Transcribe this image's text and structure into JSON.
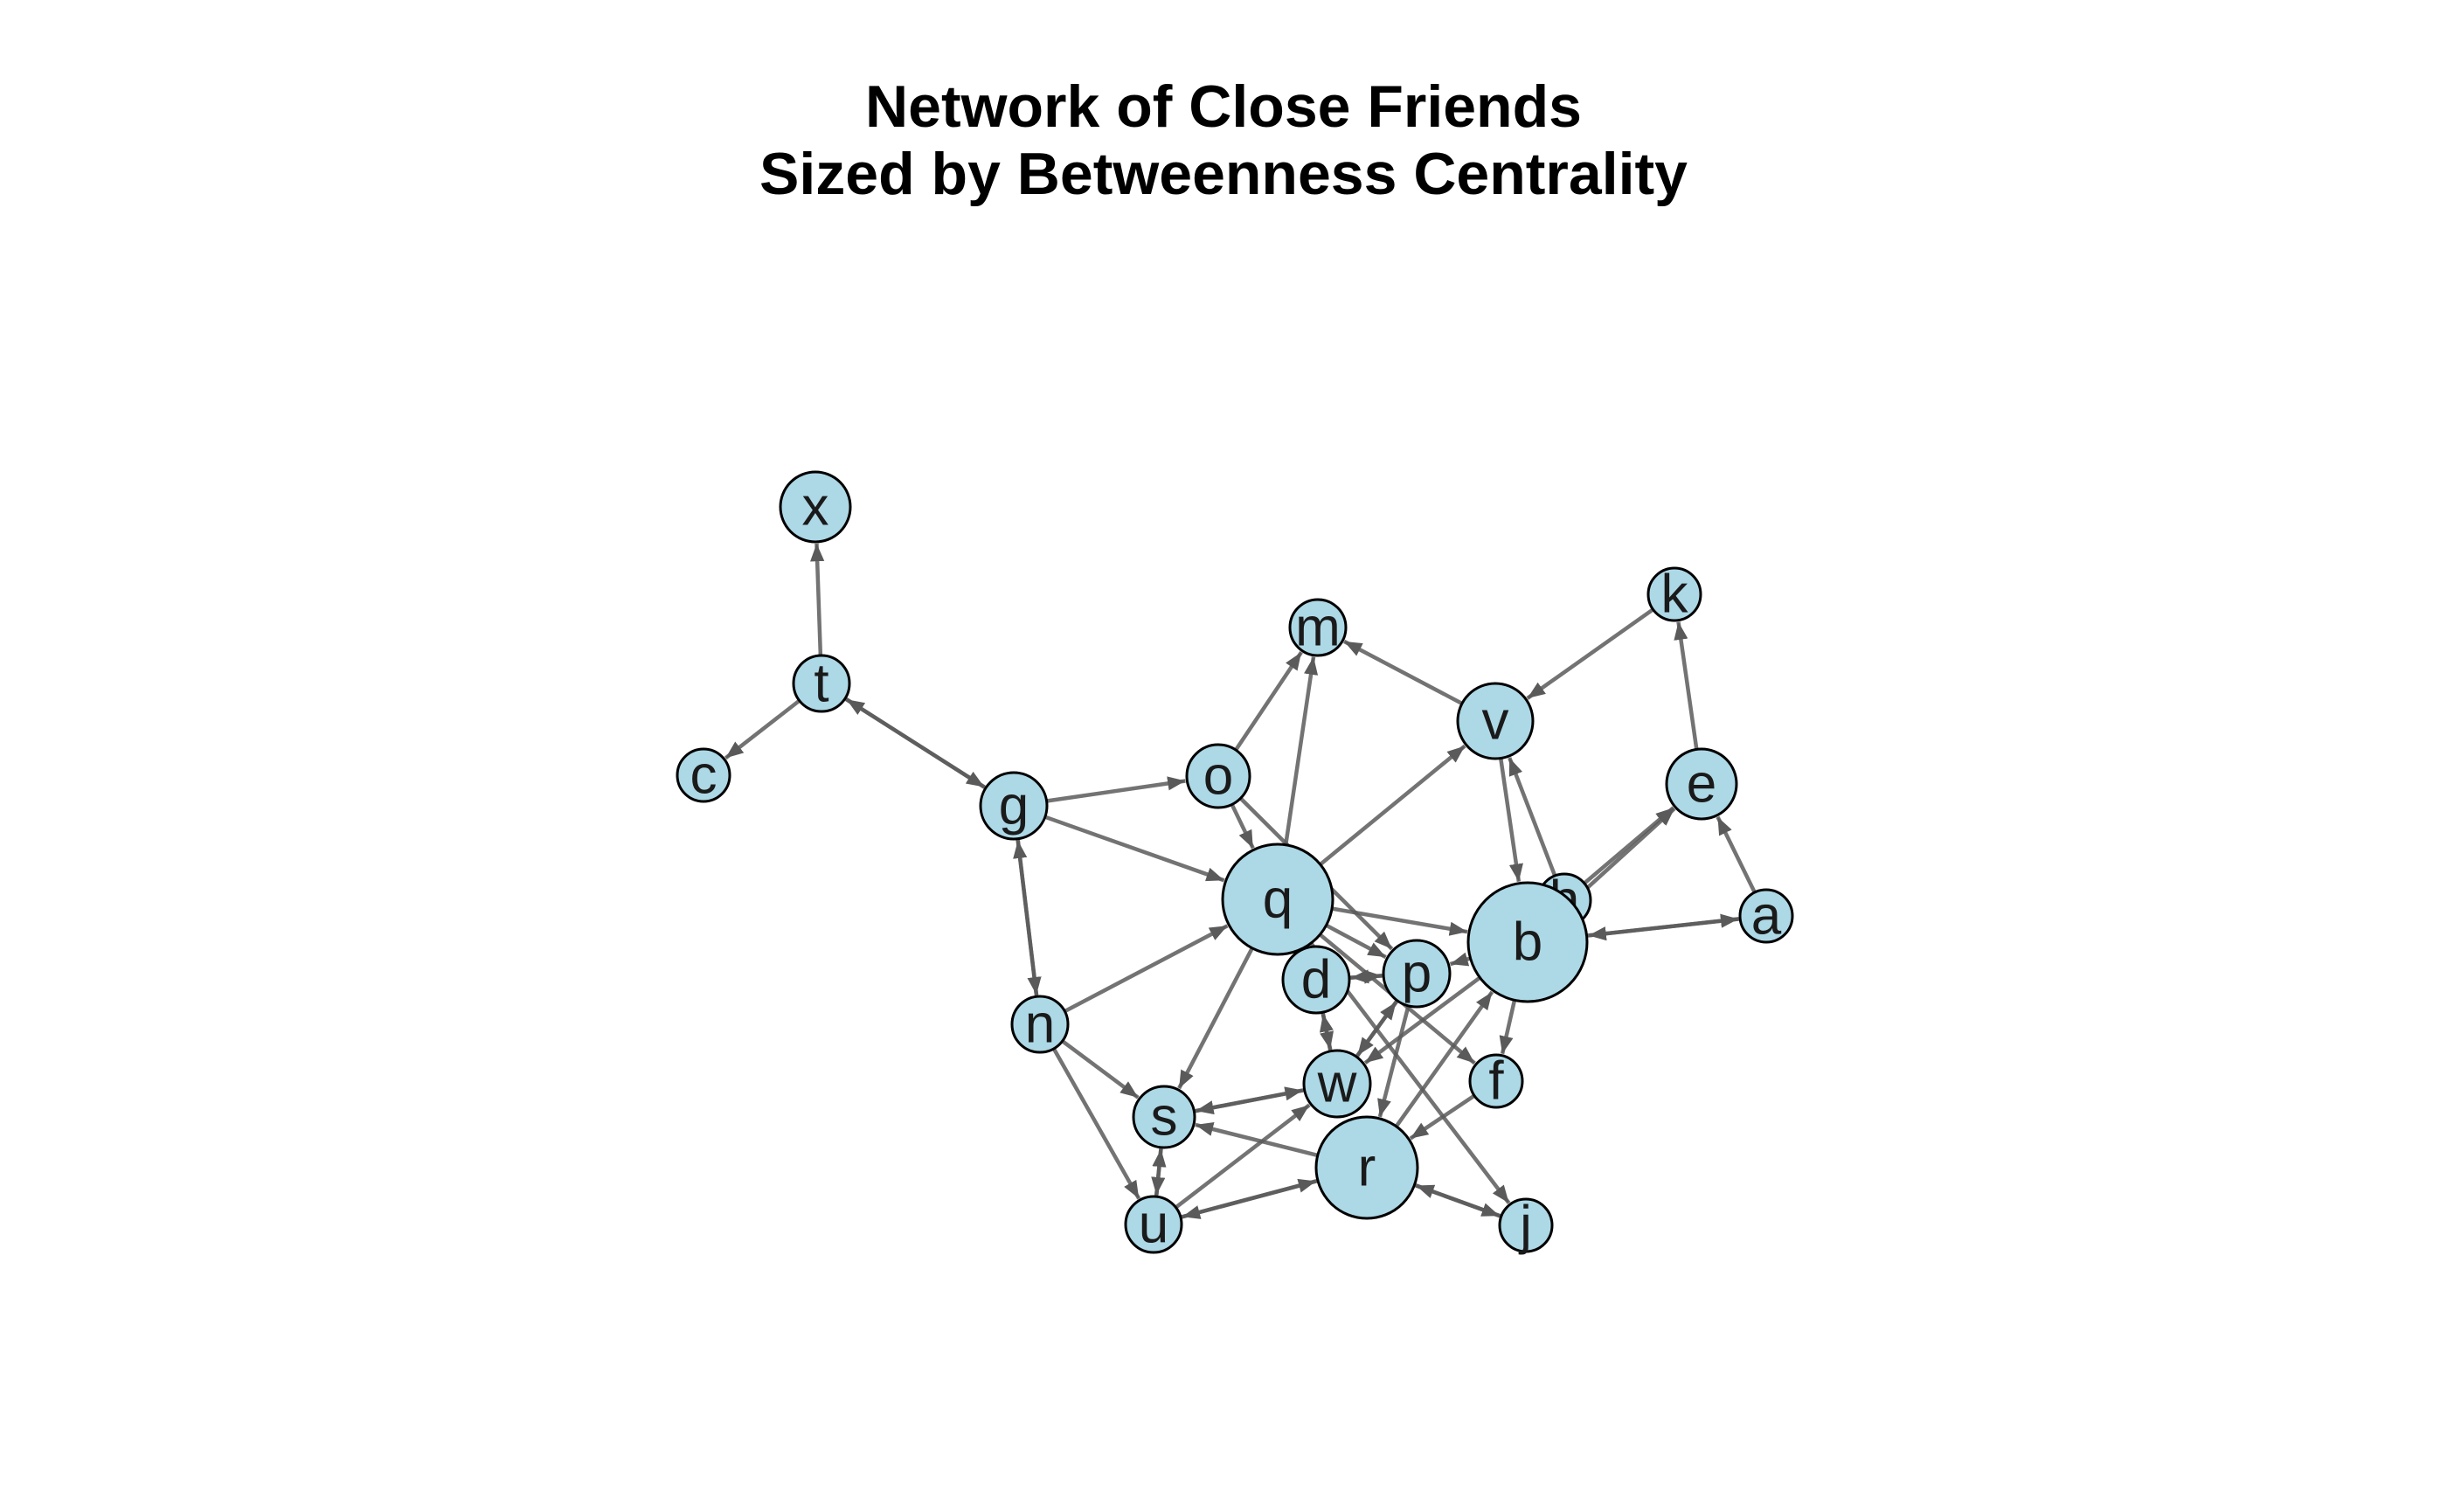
{
  "title": {
    "line1": "Network of Close Friends",
    "line2": "Sized by Betweenness Centrality"
  },
  "colors": {
    "node_fill": "#add8e6",
    "node_stroke": "#000000",
    "edge": "#5a5a5a",
    "background": "#ffffff"
  },
  "nodes": [
    {
      "id": "x",
      "label": "x"
    },
    {
      "id": "t",
      "label": "t"
    },
    {
      "id": "c",
      "label": "c"
    },
    {
      "id": "g",
      "label": "g"
    },
    {
      "id": "m",
      "label": "m"
    },
    {
      "id": "o",
      "label": "o"
    },
    {
      "id": "k",
      "label": "k"
    },
    {
      "id": "v",
      "label": "v"
    },
    {
      "id": "e",
      "label": "e"
    },
    {
      "id": "q",
      "label": "q"
    },
    {
      "id": "h",
      "label": "h"
    },
    {
      "id": "a",
      "label": "a"
    },
    {
      "id": "b",
      "label": "b"
    },
    {
      "id": "d",
      "label": "d"
    },
    {
      "id": "p",
      "label": "p"
    },
    {
      "id": "n",
      "label": "n"
    },
    {
      "id": "w",
      "label": "w"
    },
    {
      "id": "f",
      "label": "f"
    },
    {
      "id": "s",
      "label": "s"
    },
    {
      "id": "r",
      "label": "r"
    },
    {
      "id": "u",
      "label": "u"
    },
    {
      "id": "j",
      "label": "j"
    }
  ],
  "edges": [
    {
      "from": "t",
      "to": "x"
    },
    {
      "from": "t",
      "to": "c"
    },
    {
      "from": "g",
      "to": "t"
    },
    {
      "from": "t",
      "to": "g"
    },
    {
      "from": "g",
      "to": "o"
    },
    {
      "from": "g",
      "to": "q"
    },
    {
      "from": "n",
      "to": "g"
    },
    {
      "from": "g",
      "to": "n"
    },
    {
      "from": "o",
      "to": "m"
    },
    {
      "from": "q",
      "to": "m"
    },
    {
      "from": "v",
      "to": "m"
    },
    {
      "from": "k",
      "to": "v"
    },
    {
      "from": "e",
      "to": "k"
    },
    {
      "from": "q",
      "to": "v"
    },
    {
      "from": "v",
      "to": "b"
    },
    {
      "from": "h",
      "to": "v"
    },
    {
      "from": "h",
      "to": "e"
    },
    {
      "from": "b",
      "to": "e"
    },
    {
      "from": "a",
      "to": "e"
    },
    {
      "from": "a",
      "to": "b"
    },
    {
      "from": "b",
      "to": "a"
    },
    {
      "from": "q",
      "to": "b"
    },
    {
      "from": "o",
      "to": "q"
    },
    {
      "from": "o",
      "to": "p"
    },
    {
      "from": "q",
      "to": "p"
    },
    {
      "from": "p",
      "to": "d"
    },
    {
      "from": "d",
      "to": "p"
    },
    {
      "from": "q",
      "to": "f"
    },
    {
      "from": "q",
      "to": "j"
    },
    {
      "from": "n",
      "to": "q"
    },
    {
      "from": "n",
      "to": "s"
    },
    {
      "from": "n",
      "to": "u"
    },
    {
      "from": "q",
      "to": "s"
    },
    {
      "from": "d",
      "to": "w"
    },
    {
      "from": "w",
      "to": "d"
    },
    {
      "from": "p",
      "to": "w"
    },
    {
      "from": "b",
      "to": "w"
    },
    {
      "from": "b",
      "to": "p"
    },
    {
      "from": "b",
      "to": "f"
    },
    {
      "from": "r",
      "to": "b"
    },
    {
      "from": "s",
      "to": "w"
    },
    {
      "from": "w",
      "to": "s"
    },
    {
      "from": "r",
      "to": "s"
    },
    {
      "from": "s",
      "to": "u"
    },
    {
      "from": "u",
      "to": "s"
    },
    {
      "from": "u",
      "to": "w"
    },
    {
      "from": "u",
      "to": "r"
    },
    {
      "from": "r",
      "to": "u"
    },
    {
      "from": "r",
      "to": "j"
    },
    {
      "from": "j",
      "to": "r"
    },
    {
      "from": "f",
      "to": "r"
    },
    {
      "from": "p",
      "to": "r"
    },
    {
      "from": "w",
      "to": "p"
    }
  ]
}
